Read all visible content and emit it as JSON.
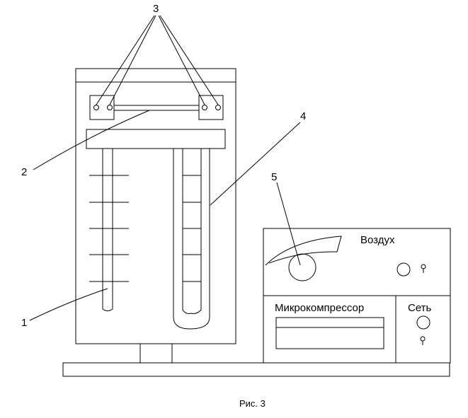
{
  "callouts": {
    "c1": "1",
    "c2": "2",
    "c3": "3",
    "c4": "4",
    "c5": "5"
  },
  "panel": {
    "air_label": "Воздух",
    "compressor_label": "Микрокомпрессор",
    "mains_label": "Сеть"
  },
  "caption": "Рис. 3",
  "colors": {
    "stroke": "#000000",
    "background": "#ffffff"
  }
}
